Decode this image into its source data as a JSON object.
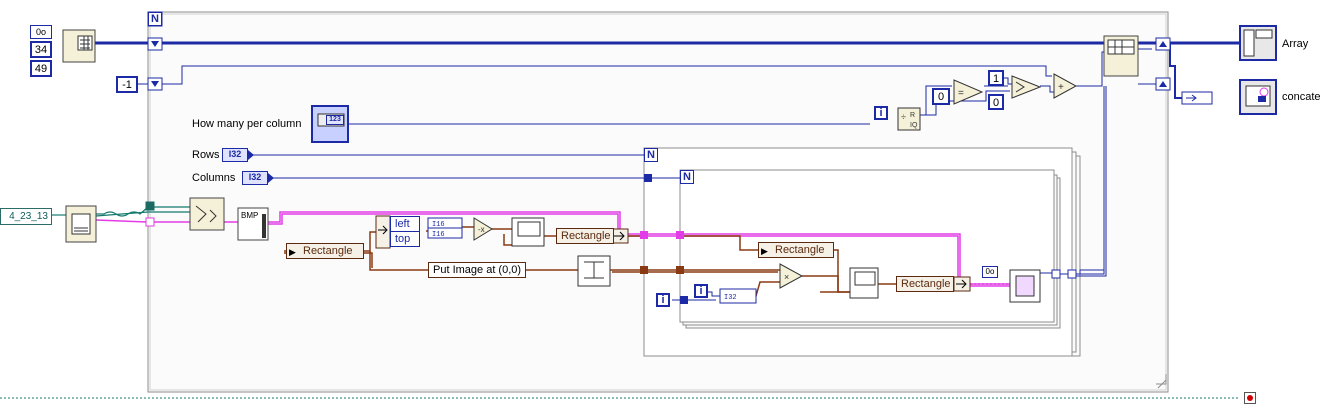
{
  "outer_loop": {
    "count_label": "N"
  },
  "rows_loop": {
    "count_label": "N"
  },
  "columns_loop": {
    "count_label": "N"
  },
  "constants": {
    "top_a": "34",
    "top_b": "49",
    "minus_one": "-1",
    "zero_a": "0",
    "one": "1",
    "zero_b": "0"
  },
  "file_ref": {
    "value": "4_23_13"
  },
  "labels": {
    "how_many": "How many per column",
    "rows": "Rows",
    "columns": "Columns",
    "array": "Array",
    "concate": "concate"
  },
  "type_tags": {
    "rows": "I32",
    "columns": "I32",
    "numeric_indicator": "123"
  },
  "bundles": {
    "rectangle_1": "Rectangle",
    "rectangle_2": "Rectangle",
    "rectangle_3": "Rectangle",
    "rectangle_4": "Rectangle",
    "left": "left",
    "top": "top",
    "put_image": "Put Image at (0,0)"
  },
  "iterations": {
    "outer_i": "i",
    "rows_i": "i",
    "columns_i": "i"
  },
  "bmp_label": "BMP",
  "colors": {
    "int_wire": "#1c2aa6",
    "picture_wire": "#e23ce6",
    "cluster_wire": "#8a3a12",
    "file_wire": "#157a6e",
    "loop_border": "#9a9a9a"
  }
}
